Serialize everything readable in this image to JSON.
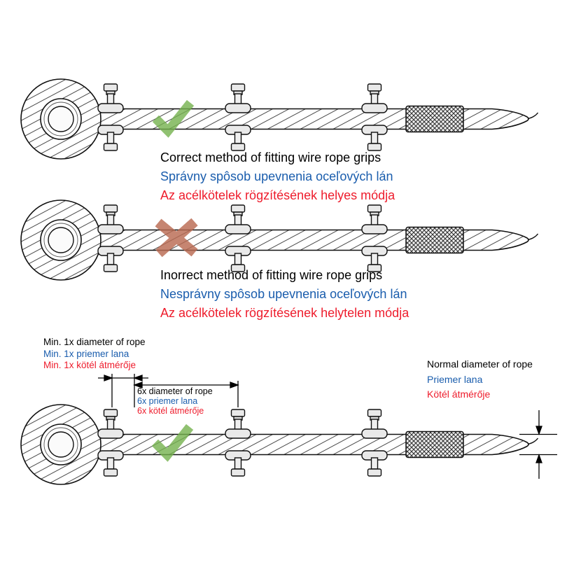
{
  "colors": {
    "ink": "#000000",
    "blue": "#1a5dad",
    "red": "#ee1c2c",
    "check": "#74b14d",
    "cross": "#b96a52"
  },
  "icons": {
    "check_icon": "✓",
    "cross_icon": "✕"
  },
  "sections": {
    "correct": {
      "en": "Correct method of fitting wire rope grips",
      "sk": "Správny spôsob upevnenia oceľových lán",
      "hu": "Az acélkötelek rögzítésének helyes módja"
    },
    "incorrect": {
      "en": "Inorrect method of fitting wire rope grips",
      "sk": "Nesprávny spôsob upevnenia oceľových lán",
      "hu": "Az acélkötelek rögzítésének helytelen módja"
    },
    "dimensions": {
      "min": {
        "en": "Min. 1x diameter of rope",
        "sk": "Min. 1x priemer lana",
        "hu": "Min. 1x kötél átmérője"
      },
      "six": {
        "en": "6x diameter of rope",
        "sk": "6x priemer lana",
        "hu": "6x kötél átmérője"
      },
      "normal": {
        "en": "Normal diameter of rope",
        "sk": "Priemer lana",
        "hu": "Kötél átmérője"
      }
    }
  }
}
